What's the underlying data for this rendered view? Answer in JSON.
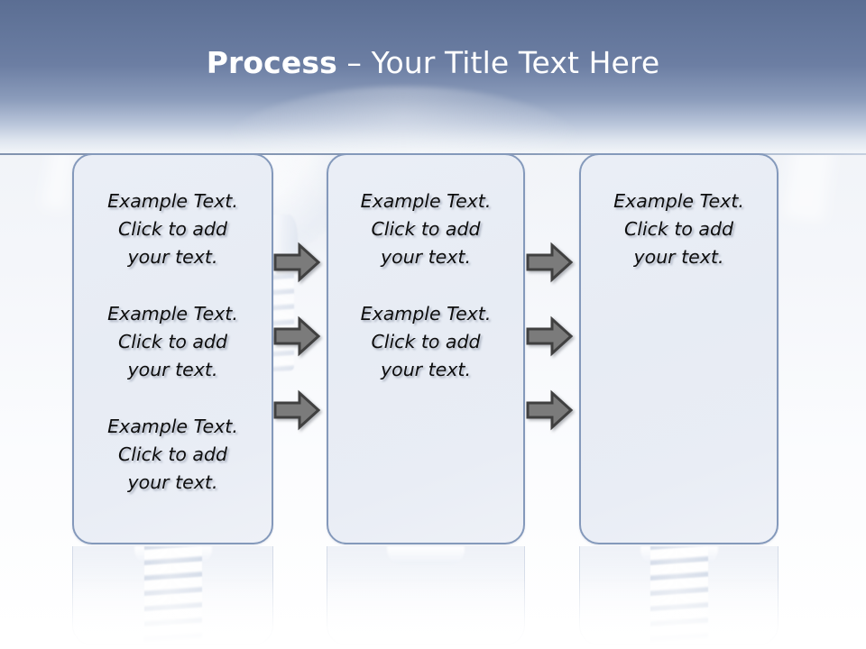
{
  "slide": {
    "title": {
      "emphasis": "Process",
      "rest": " – Your Title Text Here"
    },
    "theme": {
      "header_top_color": "#5b6e93",
      "header_bottom_color": "#f3f6fa",
      "title_color": "#ffffff",
      "box_fill_color": "#e8ecf4",
      "box_border_color": "#8499bb",
      "arrow_fill_color": "#7b7b7b",
      "arrow_outline_color": "#404040",
      "body_text_color": "#0d0d0d"
    },
    "columns": [
      {
        "name": "column-1",
        "blurbs": [
          "Example Text.\nClick  to add\nyour text.",
          "Example Text.\nClick  to add\nyour text.",
          "Example Text.\nClick  to add\nyour text."
        ]
      },
      {
        "name": "column-2",
        "blurbs": [
          "Example Text.\nClick  to add\nyour text.",
          "Example Text.\nClick  to add\nyour text."
        ]
      },
      {
        "name": "column-3",
        "blurbs": [
          "Example Text.\nClick  to add\nyour text."
        ]
      }
    ],
    "connectors": [
      {
        "name": "connector-group-left",
        "icon": "right-arrow-icon",
        "count": 3
      },
      {
        "name": "connector-group-right",
        "icon": "right-arrow-icon",
        "count": 3
      }
    ],
    "background": {
      "motif": "lightbulb-image",
      "reflection": "mirror-reflection"
    }
  }
}
